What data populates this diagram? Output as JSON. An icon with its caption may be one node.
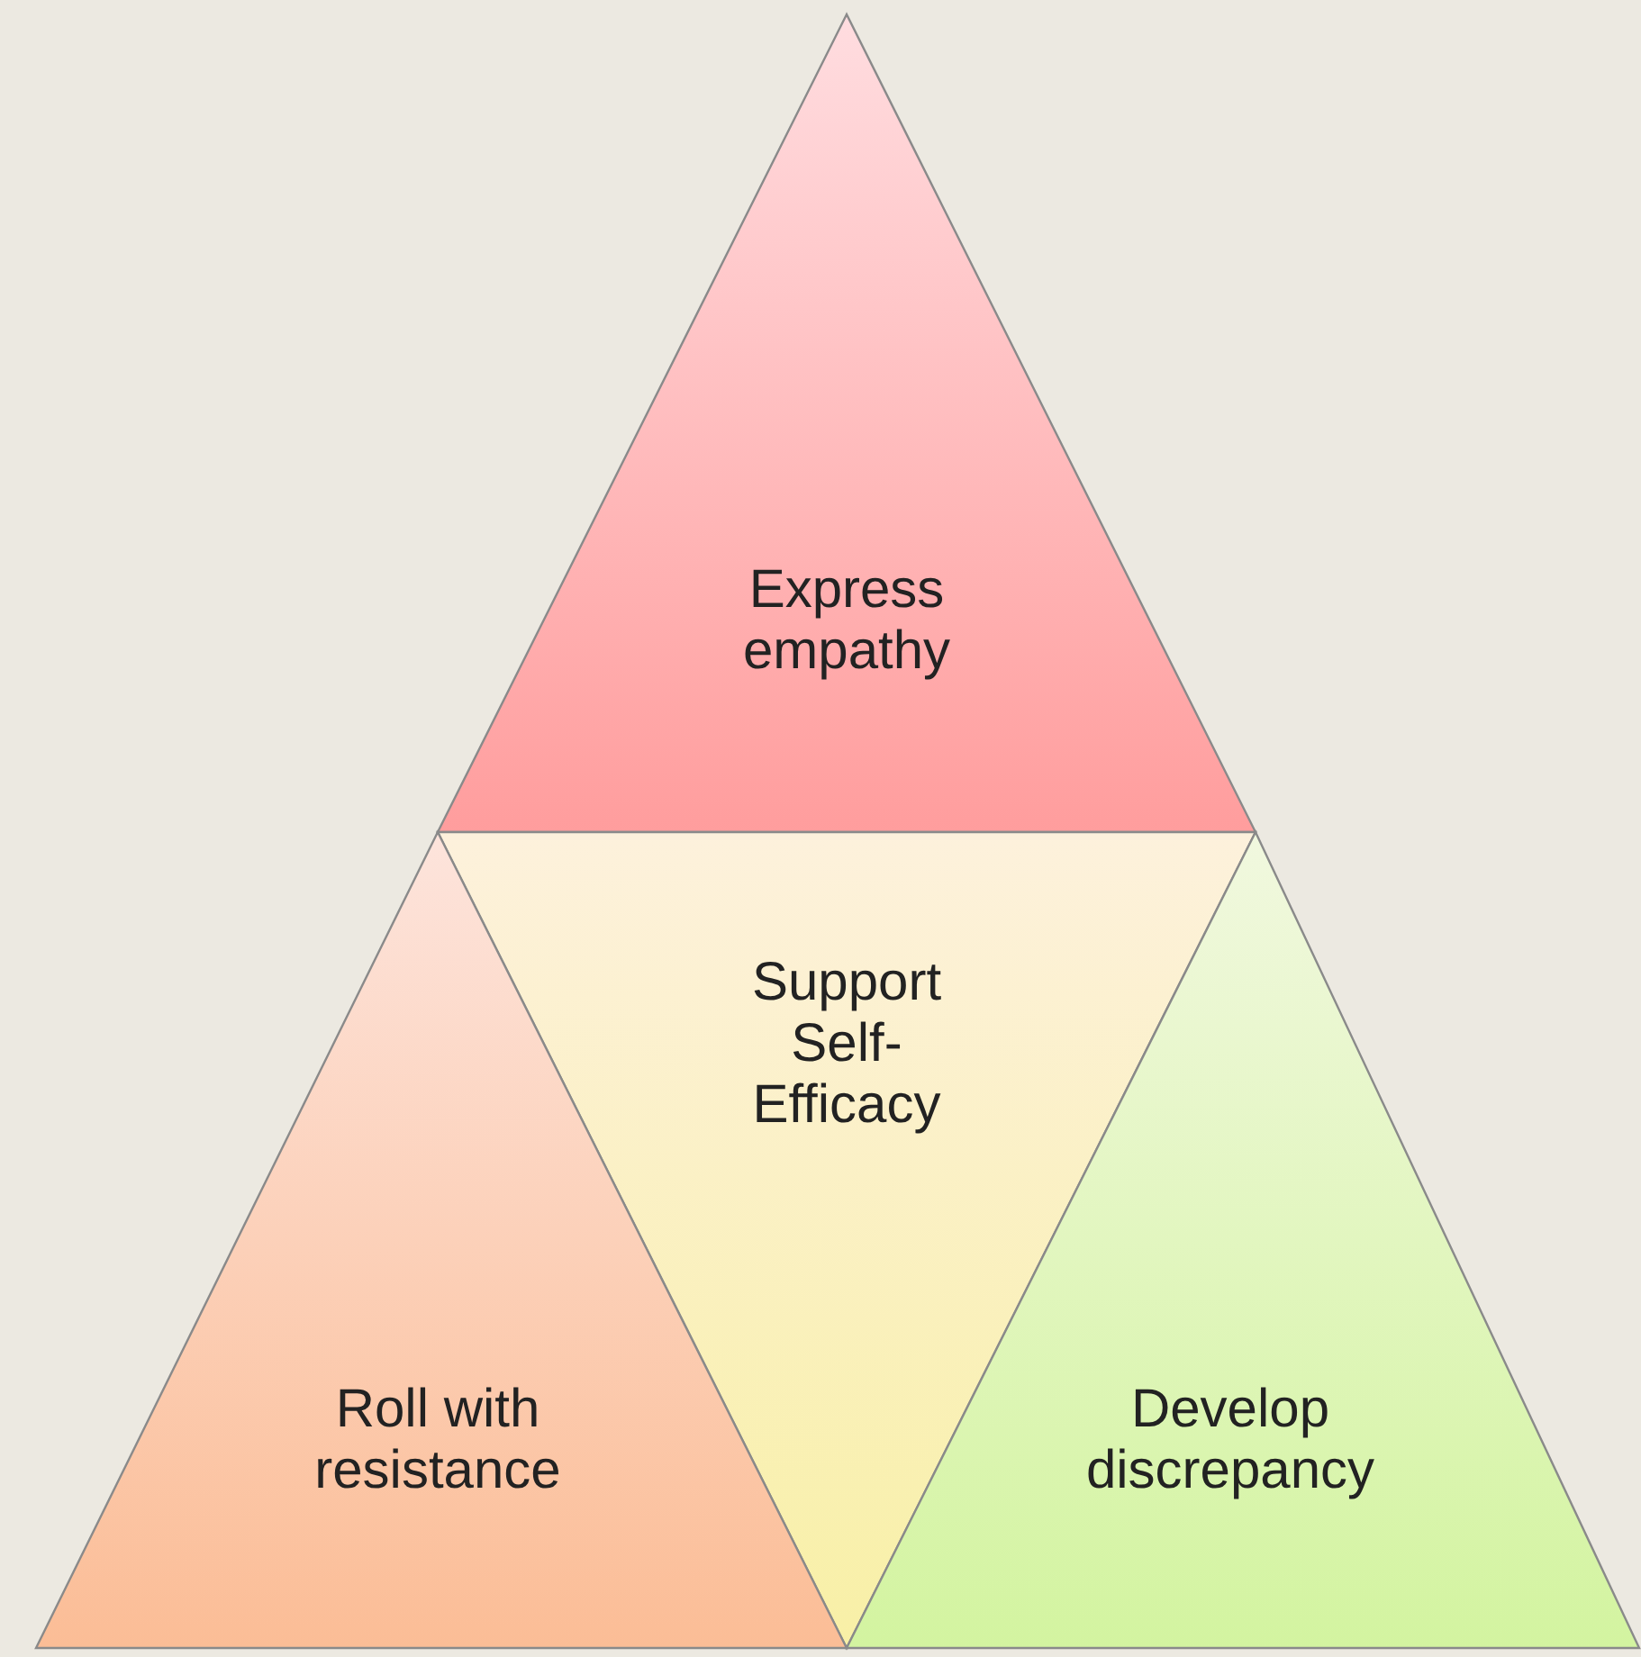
{
  "diagram": {
    "nodes": [
      {
        "text": [
          "Express empathy"
        ]
      },
      {
        "text": [
          "Support Self-Efficacy"
        ]
      },
      {
        "text": [
          "Roll with resistance"
        ]
      },
      {
        "text": [
          "Develop discrepancy"
        ]
      }
    ]
  }
}
